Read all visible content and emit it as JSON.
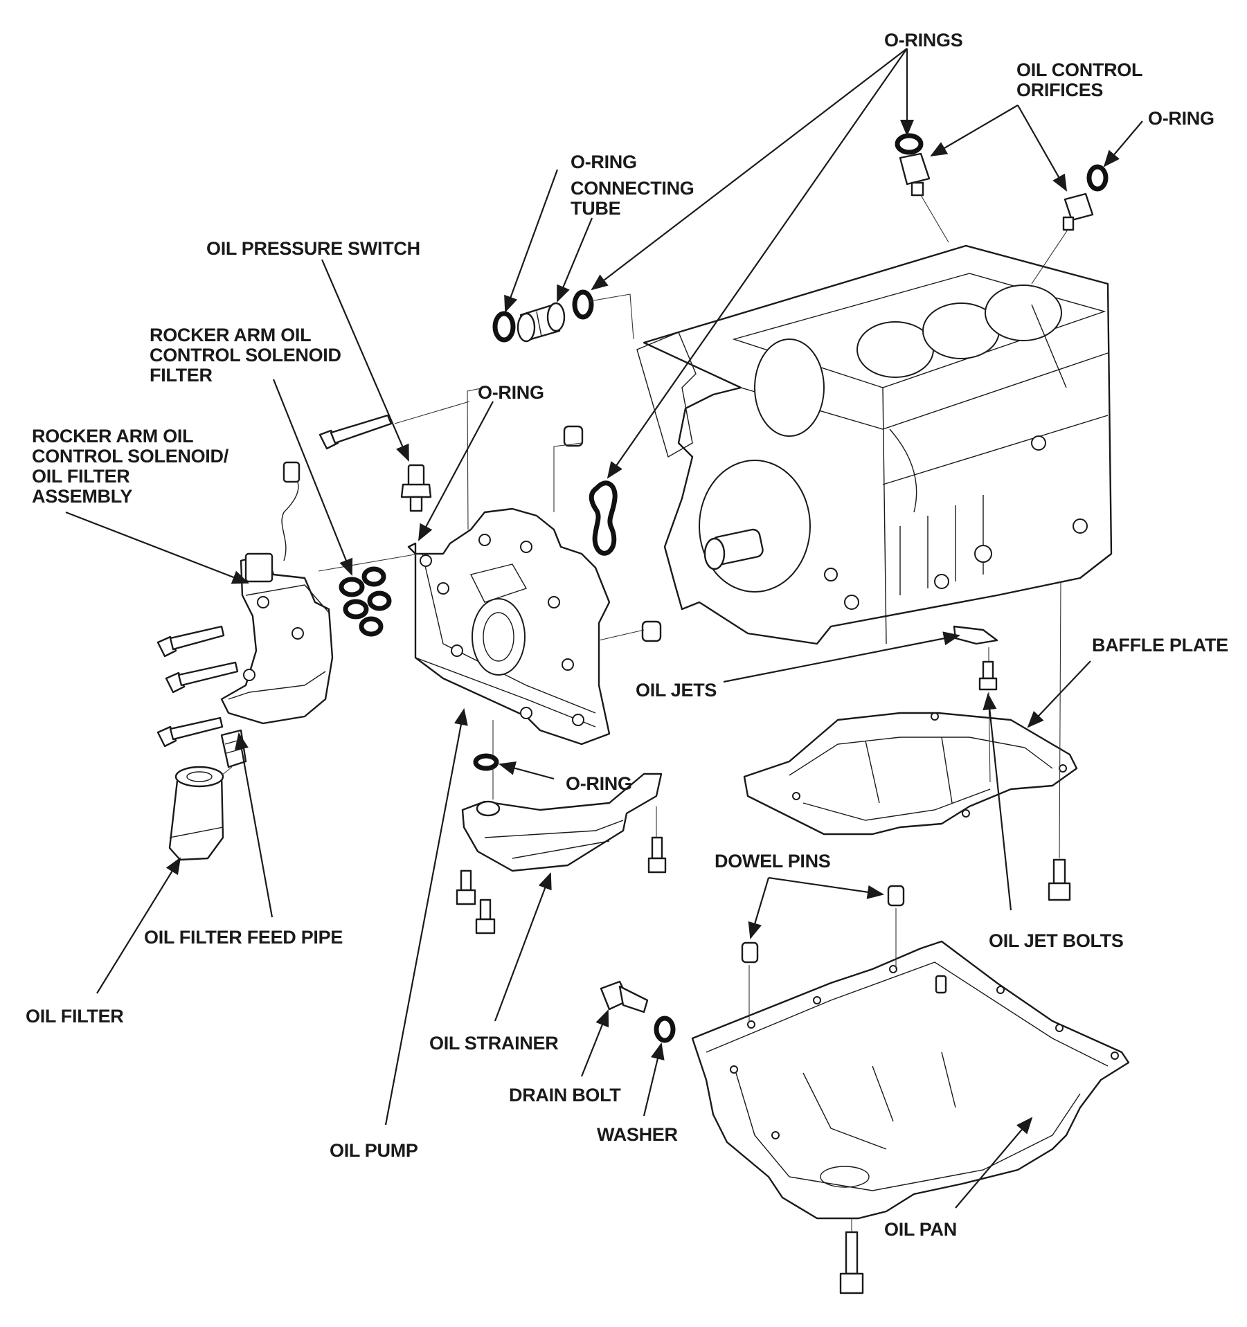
{
  "labels": {
    "o_rings_top": "O-RINGS",
    "oil_control_orifices": [
      "OIL CONTROL",
      "ORIFICES"
    ],
    "o_ring_top_right": "O-RING",
    "o_ring_connecting": "O-RING",
    "connecting_tube": [
      "CONNECTING",
      "TUBE"
    ],
    "oil_pressure_switch": "OIL PRESSURE SWITCH",
    "rocker_arm_filter": [
      "ROCKER ARM OIL",
      "CONTROL SOLENOID",
      "FILTER"
    ],
    "o_ring_pump": "O-RING",
    "rocker_arm_assembly": [
      "ROCKER ARM OIL",
      "CONTROL SOLENOID/",
      "OIL FILTER",
      "ASSEMBLY"
    ],
    "baffle_plate": "BAFFLE PLATE",
    "oil_jets": "OIL JETS",
    "o_ring_strainer": "O-RING",
    "dowel_pins": "DOWEL PINS",
    "oil_jet_bolts": "OIL JET BOLTS",
    "oil_filter_feed_pipe": "OIL FILTER FEED PIPE",
    "oil_filter": "OIL FILTER",
    "oil_strainer": "OIL STRAINER",
    "drain_bolt": "DRAIN BOLT",
    "washer": "WASHER",
    "oil_pump": "OIL PUMP",
    "oil_pan": "OIL PAN"
  },
  "colors": {
    "ink": "#1a1a1a",
    "paper": "#ffffff"
  }
}
